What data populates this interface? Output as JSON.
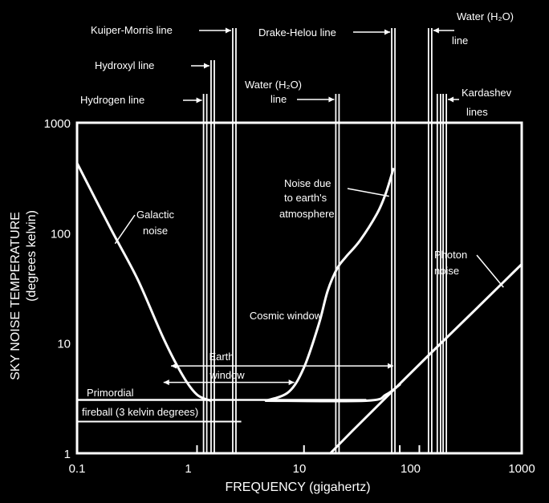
{
  "chart_data": {
    "type": "line",
    "title": "",
    "xlabel": "FREQUENCY (gigahertz)",
    "ylabel": "SKY NOISE TEMPERATURE",
    "ylabel2": "(degrees kelvin)",
    "xscale": "log",
    "yscale": "log",
    "xlim": [
      0.1,
      1000
    ],
    "ylim": [
      1,
      1000
    ],
    "x_ticks": [
      {
        "value": 0.1,
        "label": "0.1"
      },
      {
        "value": 1,
        "label": "1"
      },
      {
        "value": 10,
        "label": "10"
      },
      {
        "value": 100,
        "label": "100"
      },
      {
        "value": 1000,
        "label": "1000"
      }
    ],
    "y_ticks": [
      {
        "value": 1,
        "label": "1"
      },
      {
        "value": 10,
        "label": "10"
      },
      {
        "value": 100,
        "label": "100"
      },
      {
        "value": 1000,
        "label": "1000"
      }
    ],
    "grid": false,
    "colors": {
      "background": "#000000",
      "foreground": "#ffffff"
    },
    "series": [
      {
        "id": "galactic",
        "x": [
          0.1,
          0.2,
          0.35,
          0.6,
          0.9,
          1.2,
          1.6
        ],
        "y": [
          430,
          110,
          38,
          11,
          5,
          3.4,
          3
        ]
      },
      {
        "id": "atmosphere",
        "x": [
          5,
          8,
          11,
          15,
          18,
          22,
          26,
          35,
          50,
          60,
          70
        ],
        "y": [
          3,
          3.6,
          6,
          15,
          30,
          48,
          60,
          85,
          150,
          230,
          380
        ]
      },
      {
        "id": "photon",
        "x": [
          19,
          30,
          60,
          150,
          400,
          1000
        ],
        "y": [
          1,
          1.6,
          3.2,
          8,
          21,
          52
        ]
      },
      {
        "id": "primordial",
        "x": [
          0.1,
          5
        ],
        "y": [
          3,
          3
        ]
      },
      {
        "id": "floor",
        "x": [
          5,
          40,
          60,
          80
        ],
        "y": [
          3,
          3,
          3.4,
          4.2
        ]
      }
    ],
    "spectral_lines": [
      {
        "name": "Hydrogen line",
        "freq": 1.42
      },
      {
        "name": "Hydroxyl line",
        "freq": 1.66
      },
      {
        "name": "Kuiper-Morris line",
        "freq": 2.6
      },
      {
        "name": "Water (H2O) line",
        "freq": 22
      },
      {
        "name": "Drake-Helou line",
        "freq": 70
      },
      {
        "name": "Water (H2O) line",
        "freq": 150
      },
      {
        "name": "Kardashev lines",
        "freq": 180
      },
      {
        "name": "Kardashev lines",
        "freq": 203
      }
    ],
    "ranges": [
      {
        "name": "Cosmic window",
        "x": [
          0.7,
          70
        ],
        "y": 6.2
      },
      {
        "name": "Earth window",
        "x": [
          0.6,
          9
        ],
        "y": 4.4
      }
    ],
    "annotations": {
      "galactic_noise": [
        "Galactic",
        "noise"
      ],
      "atmosphere_noise": [
        "Noise due",
        "to earth's",
        "atmosphere"
      ],
      "photon_noise": [
        "Photon",
        "noise"
      ],
      "cosmic_window": "Cosmic window",
      "earth_window": [
        "Earth",
        "window"
      ],
      "primordial": "Primordial",
      "fireball": "fireball (3 kelvin degrees)",
      "hydrogen_line": "Hydrogen line",
      "hydroxyl_line": "Hydroxyl line",
      "kuiper_line": "Kuiper-Morris line",
      "drake_line": "Drake-Helou line",
      "water1": [
        "Water (H₂O)",
        "line"
      ],
      "water2": [
        "Water (H₂O)",
        "line"
      ],
      "kardashev": [
        "Kardashev",
        "lines"
      ]
    }
  }
}
